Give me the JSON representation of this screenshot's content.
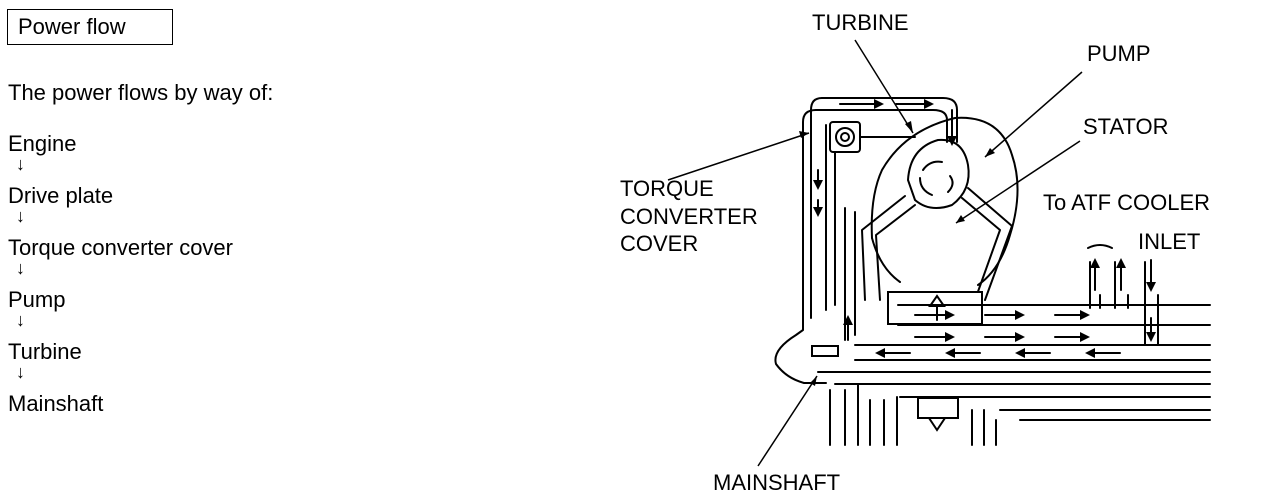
{
  "header": {
    "title": "Power flow"
  },
  "intro": "The power flows by way of:",
  "flow": {
    "arrow": "↓",
    "steps": [
      "Engine",
      "Drive plate",
      "Torque converter cover",
      "Pump",
      "Turbine",
      "Mainshaft"
    ]
  },
  "labels": {
    "turbine": "TURBINE",
    "pump": "PUMP",
    "stator": "STATOR",
    "torque_cover": [
      "TORQUE",
      "CONVERTER",
      "COVER"
    ],
    "atf_cooler": "To ATF COOLER",
    "inlet": "INLET",
    "mainshaft": "MAINSHAFT"
  }
}
